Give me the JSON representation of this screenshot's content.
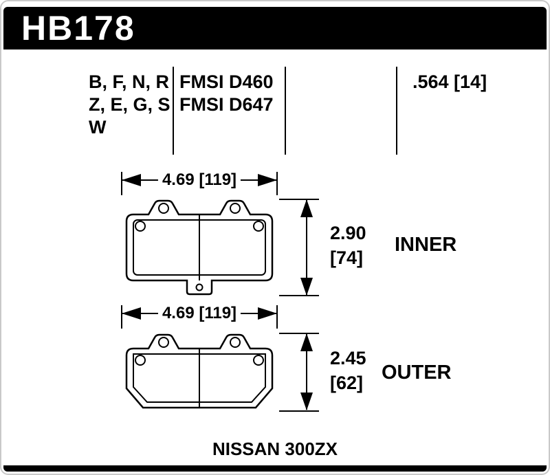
{
  "header": {
    "part_number": "HB178"
  },
  "spec": {
    "compounds": {
      "line1": "B, F, N, R",
      "line2": "Z, E, G, S",
      "line3": "W"
    },
    "fmsi": {
      "line1": "FMSI D460",
      "line2": "FMSI D647"
    },
    "pad_thickness": ".564 [14]"
  },
  "inner_pad": {
    "width": "4.69 [119]",
    "height_value": "2.90",
    "height_mm": "[74]",
    "label": "INNER"
  },
  "outer_pad": {
    "width": "4.69 [119]",
    "height_value": "2.45",
    "height_mm": "[62]",
    "label": "OUTER"
  },
  "footer": {
    "vehicle": "NISSAN 300ZX"
  },
  "colors": {
    "bar": "#000000",
    "background": "#ffffff",
    "ink": "#000000"
  }
}
